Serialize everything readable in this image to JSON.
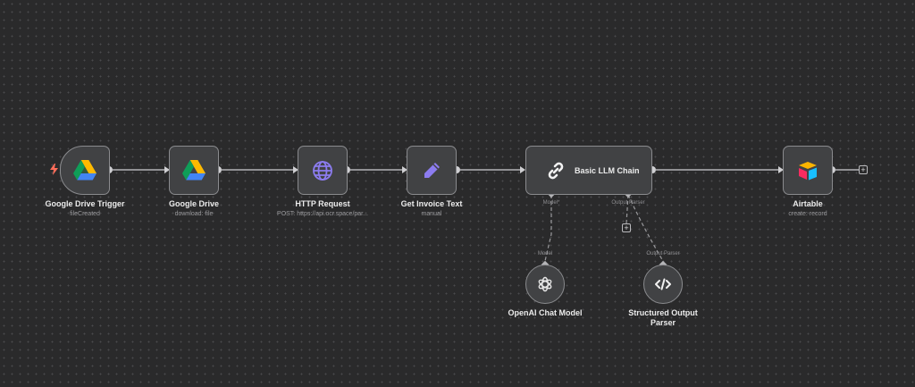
{
  "nodes": {
    "drive_trigger": {
      "name": "Google Drive Trigger",
      "subtitle": "fileCreated",
      "icon": "google-drive-icon"
    },
    "drive": {
      "name": "Google Drive",
      "subtitle": "download: file",
      "icon": "google-drive-icon"
    },
    "http": {
      "name": "HTTP Request",
      "subtitle": "POST: https://api.ocr.space/par...",
      "icon": "globe-icon"
    },
    "invoice": {
      "name": "Get Invoice Text",
      "subtitle": "manual",
      "icon": "pencil-icon"
    },
    "llm": {
      "name": "Basic LLM Chain",
      "icon": "link-icon",
      "port_model": "Model*",
      "port_parser": "Output Parser"
    },
    "airtable": {
      "name": "Airtable",
      "subtitle": "create: record",
      "icon": "airtable-icon"
    },
    "openai": {
      "name": "OpenAI Chat Model",
      "port_label": "Model",
      "icon": "openai-icon"
    },
    "parser": {
      "name": "Structured Output Parser",
      "port_label": "Output Parser",
      "icon": "code-icon"
    }
  },
  "colors": {
    "canvas": "#2a2a2b",
    "node_fill": "#414244",
    "node_border": "#8a8b8e",
    "edge": "#cfcfd2",
    "trigger_bolt": "#ff6d5a",
    "globe": "#8c7cf0",
    "pencil": "#8c7cf0"
  },
  "add_button_symbol": "+"
}
